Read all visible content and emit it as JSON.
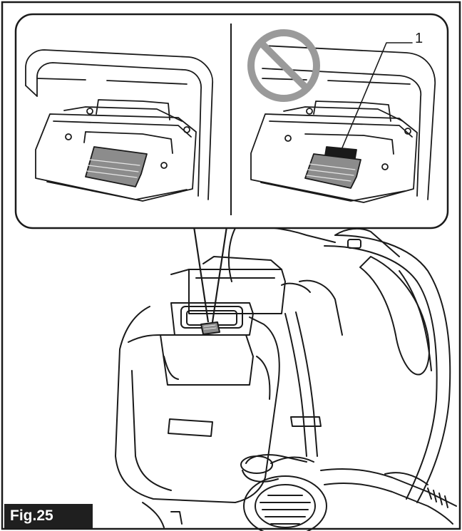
{
  "figure": {
    "label": "Fig.25",
    "callout_number": "1"
  },
  "colors": {
    "line": "#1a1a1a",
    "latch_fill": "#8c8c8c",
    "prohibition_sign": "#9a9a9a",
    "label_background": "#1f1f1f",
    "label_text": "#ffffff"
  },
  "icons": {
    "prohibition": "prohibition-icon",
    "latch_correct": "latch-lever-correct",
    "latch_incorrect": "latch-lever-incorrect"
  }
}
